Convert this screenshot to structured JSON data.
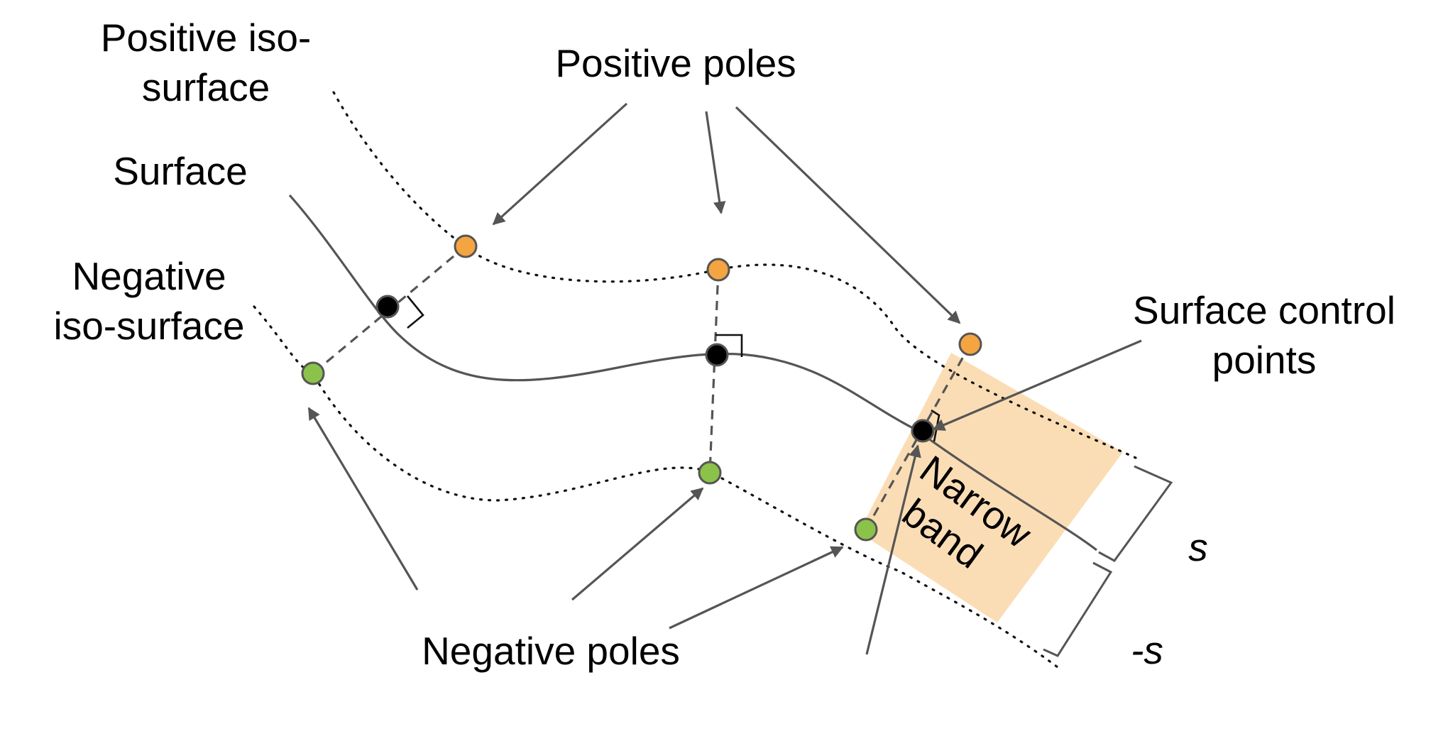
{
  "labels": {
    "positive_iso_line1": "Positive iso-",
    "positive_iso_line2": "surface",
    "positive_poles": "Positive poles",
    "surface": "Surface",
    "negative_iso_line1": "Negative",
    "negative_iso_line2": "iso-surface",
    "surface_control_line1": "Surface control",
    "surface_control_line2": "points",
    "narrow_line1": "Narrow",
    "narrow_line2": "band",
    "negative_poles": "Negative poles",
    "s": "s",
    "neg_s": "-s"
  },
  "colors": {
    "positive_pole": "#F5A442",
    "negative_pole": "#8BC34A",
    "control_point": "#000000",
    "narrow_band": "#FBDDB5",
    "lines": "#555555"
  }
}
